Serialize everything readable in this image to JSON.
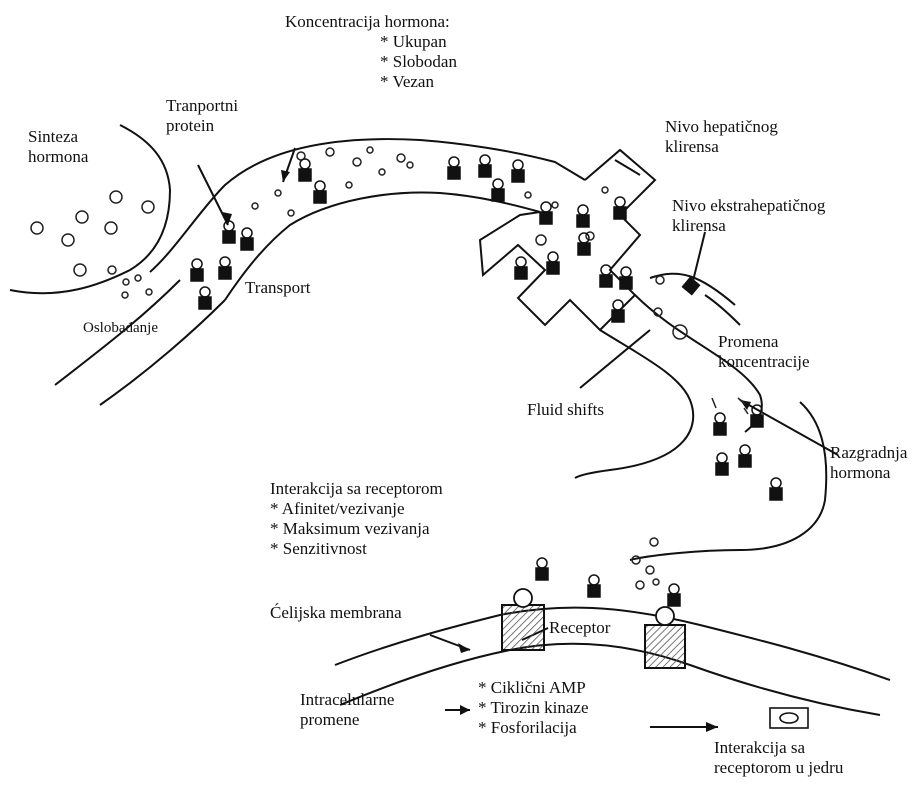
{
  "labels": {
    "koncentracija": {
      "title": "Koncentracija hormona:",
      "items": [
        "* Ukupan",
        "* Slobodan",
        "* Vezan"
      ]
    },
    "transportni_protein": [
      "Tranportni",
      "protein"
    ],
    "sinteza": [
      "Sinteza",
      "hormona"
    ],
    "transport": "Transport",
    "oslobadjanje": "Oslobađanje",
    "hepaticni": [
      "Nivo hepatičnog",
      "klirensa"
    ],
    "ekstrahepaticni": [
      "Nivo ekstrahepatičnog",
      "klirensa"
    ],
    "promena": [
      "Promena",
      "koncentracije"
    ],
    "fluid": "Fluid shifts",
    "razgradnja": [
      "Razgradnja",
      "hormona"
    ],
    "interakcija_receptor": {
      "title": "Interakcija sa receptorom",
      "items": [
        "* Afinitet/vezivanje",
        "* Maksimum vezivanja",
        "* Senzitivnost"
      ]
    },
    "membrana": "Ćelijska membrana",
    "receptor": "Receptor",
    "intracelularne": [
      "Intracelularne",
      "promene"
    ],
    "signali": [
      "* Ciklični AMP",
      "* Tirozin kinaze",
      "* Fosforilacija"
    ],
    "jedro": [
      "Interakcija sa",
      "receptorom u jedru"
    ]
  },
  "colors": {
    "ink": "#111111",
    "hatch": "#555555"
  }
}
